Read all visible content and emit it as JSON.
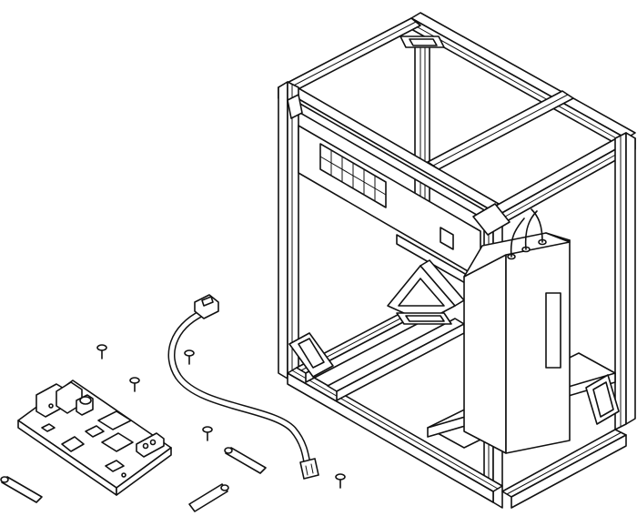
{
  "colors": {
    "line": "#111111",
    "background": "#ffffff"
  },
  "illustration": {
    "type": "isometric-assembly-line-drawing",
    "parts": [
      "aluminum-extrusion-frame",
      "corner-brackets",
      "power-supply-unit",
      "control-board-pcb",
      "ribbon-cable-with-connectors",
      "standoff-spacers",
      "screws"
    ]
  }
}
